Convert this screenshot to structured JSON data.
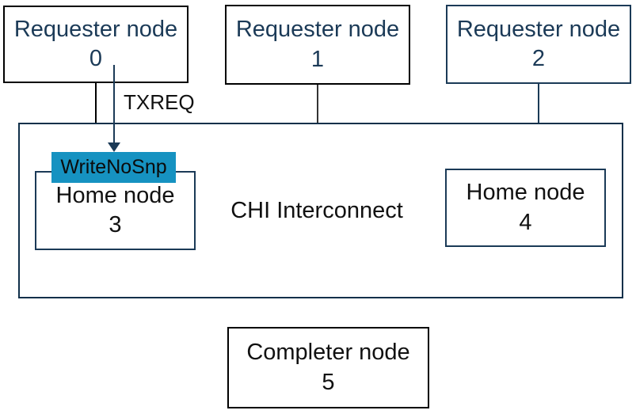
{
  "diagram": {
    "title_context": "CHI interconnect topology",
    "requester_nodes": [
      {
        "label": "Requester node",
        "id": "0"
      },
      {
        "label": "Requester node",
        "id": "1"
      },
      {
        "label": "Requester node",
        "id": "2"
      }
    ],
    "interconnect": {
      "label": "CHI Interconnect"
    },
    "home_nodes": [
      {
        "label": "Home node",
        "id": "3"
      },
      {
        "label": "Home node",
        "id": "4"
      }
    ],
    "completer_node": {
      "label": "Completer node",
      "id": "5"
    },
    "message": {
      "label": "WriteNoSnp"
    },
    "channel": {
      "label": "TXREQ"
    },
    "colors": {
      "message_background": "#1692c1",
      "node_text_navy": "#1b3a57",
      "interconnect_border": "#10304a",
      "black_text": "#111111"
    }
  }
}
